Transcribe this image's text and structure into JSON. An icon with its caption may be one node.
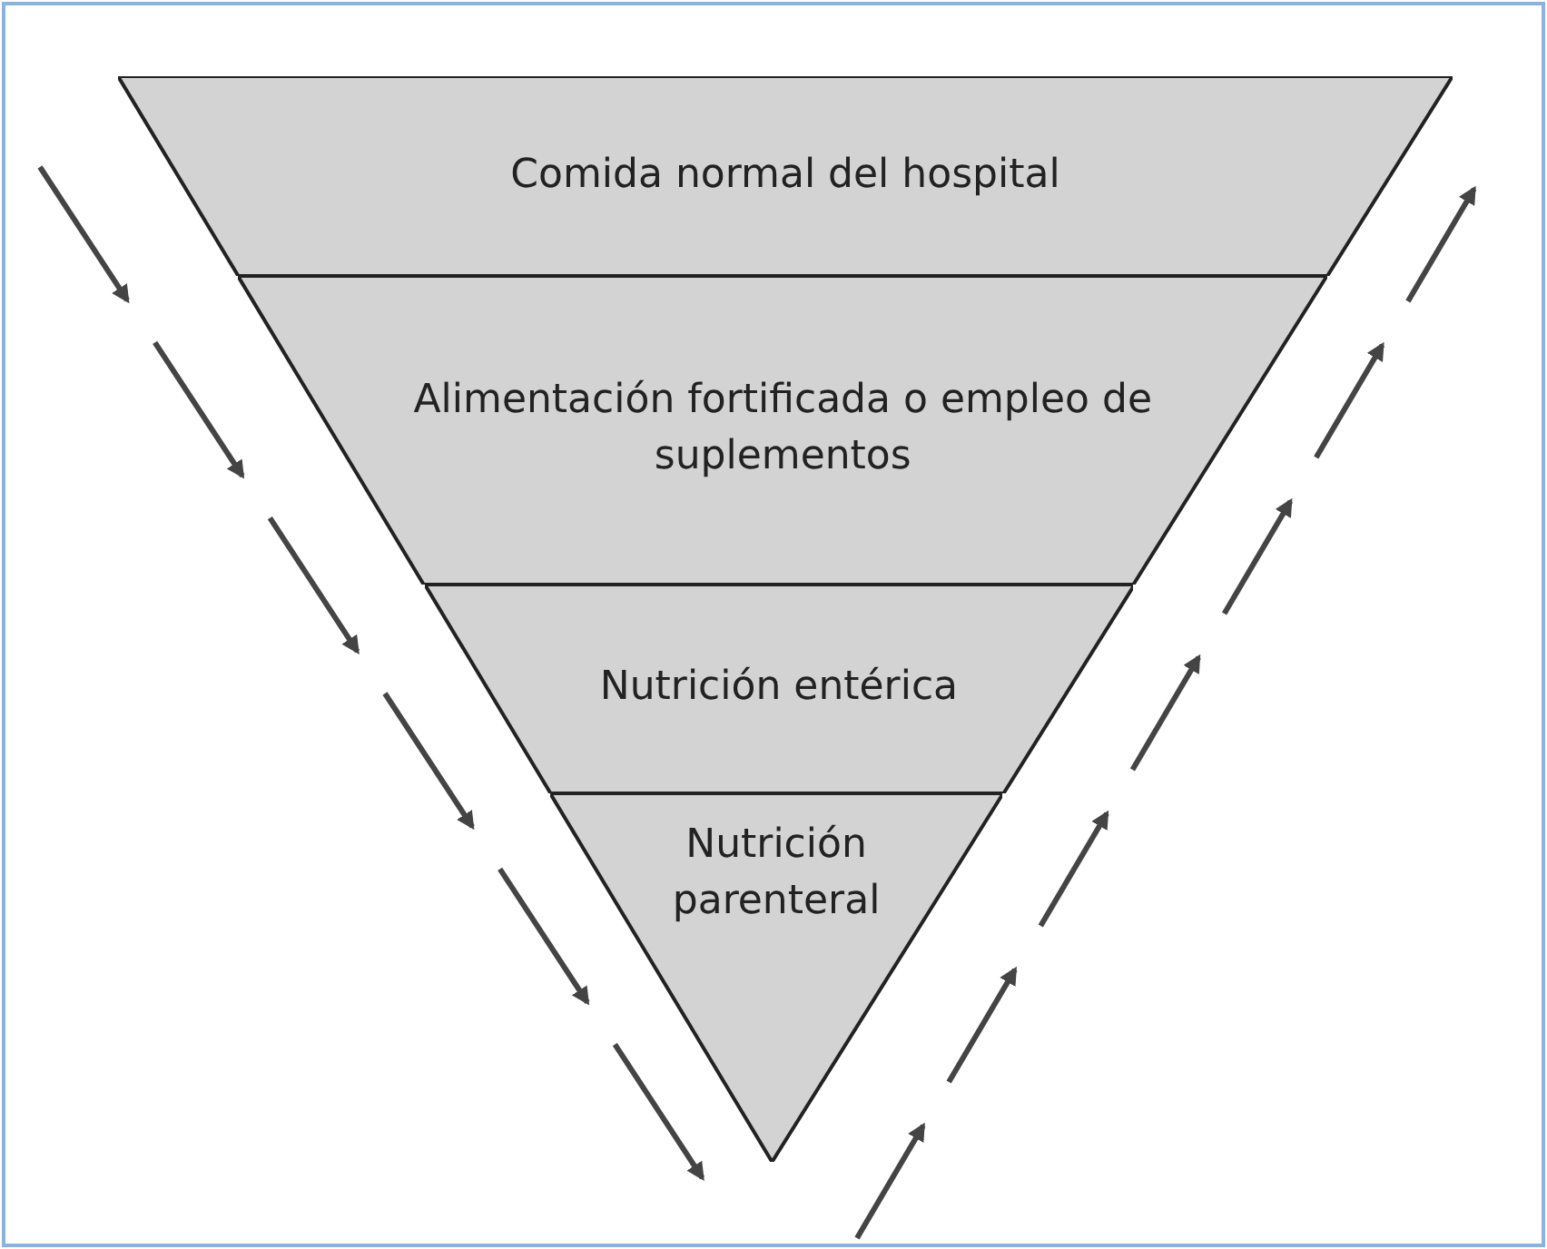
{
  "diagram": {
    "nodes": [
      {
        "text": [
          "Comida normal del hospital"
        ]
      },
      {
        "text": [
          "Alimentación fortificada o empleo de suplementos"
        ]
      },
      {
        "text": [
          "Nutrición entérica"
        ]
      },
      {
        "text": [
          "Nutrición parenteral"
        ]
      }
    ]
  }
}
